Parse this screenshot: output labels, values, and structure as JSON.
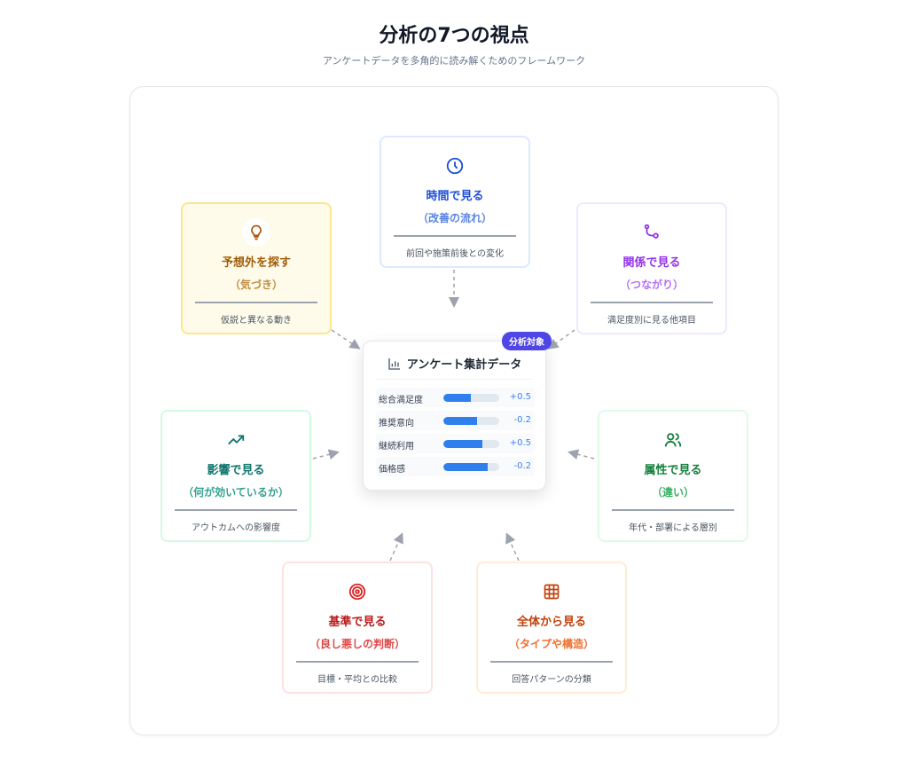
{
  "header": {
    "title": "分析の7つの視点",
    "subtitle": "アンケートデータを多角的に読み解くためのフレームワーク"
  },
  "center": {
    "badge": "分析対象",
    "title": "アンケート集計データ",
    "rows": [
      {
        "label": "総合満足度",
        "value": "+0.5",
        "fill": 0.49
      },
      {
        "label": "推奨意向",
        "value": "-0.2",
        "fill": 0.6
      },
      {
        "label": "継続利用",
        "value": "+0.5",
        "fill": 0.7
      },
      {
        "label": "価格感",
        "value": "-0.2",
        "fill": 0.79
      }
    ]
  },
  "cards": {
    "time": {
      "title": "時間で見る",
      "sub": "（改善の流れ）",
      "desc": "前回や施策前後との変化",
      "color": "#1d4ed8",
      "border": "#dbeafe"
    },
    "unexpected": {
      "title": "予想外を探す",
      "sub": "（気づき）",
      "desc": "仮説と異なる動き",
      "color": "#a15c07",
      "border": "#fde68a"
    },
    "relation": {
      "title": "関係で見る",
      "sub": "（つながり）",
      "desc": "満足度別に見る他項目",
      "color": "#9333ea",
      "border": "#ede9fe"
    },
    "impact": {
      "title": "影響で見る",
      "sub": "（何が効いているか）",
      "desc": "アウトカムへの影響度",
      "color": "#0f766e",
      "border": "#d1fae5"
    },
    "attribute": {
      "title": "属性で見る",
      "sub": "（違い）",
      "desc": "年代・部署による層別",
      "color": "#15803d",
      "border": "#dcfce7"
    },
    "criteria": {
      "title": "基準で見る",
      "sub": "（良し悪しの判断）",
      "desc": "目標・平均との比較",
      "color": "#b91c1c",
      "border": "#fee2e2"
    },
    "whole": {
      "title": "全体から見る",
      "sub": "（タイプや構造）",
      "desc": "回答パターンの分類",
      "color": "#c2410c",
      "border": "#ffedd5"
    }
  }
}
